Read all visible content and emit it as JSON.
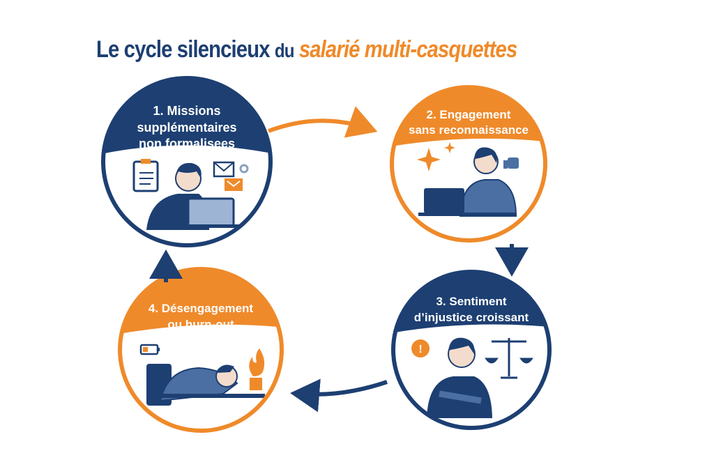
{
  "title": {
    "part1": "Le cycle silencieux",
    "part2": "du",
    "part3": "salarié multi-casquettes"
  },
  "colors": {
    "navy": "#1d3f72",
    "orange": "#ef8a2a"
  },
  "steps": [
    {
      "line1": "1. Missions",
      "line2": "supplémentaires",
      "line3": "non formalisees",
      "color": "navy"
    },
    {
      "line1": "2. Engagement",
      "line2": "sans reconnaissance",
      "color": "orange"
    },
    {
      "line1": "3. Sentiment",
      "line2": "d’injustice croissant",
      "color": "navy"
    },
    {
      "line1": "4. Désengagement",
      "line2": "ou burn-out",
      "color": "orange"
    }
  ]
}
